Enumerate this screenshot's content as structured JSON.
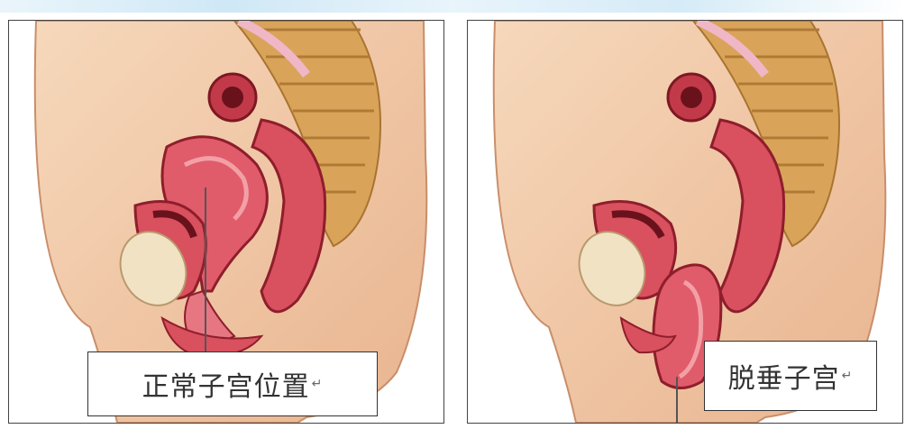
{
  "panels": [
    {
      "id": "normal",
      "label": "正常子宫位置",
      "mark": "↵"
    },
    {
      "id": "prolapse",
      "label": "脱垂子宫",
      "mark": "↵"
    }
  ],
  "colors": {
    "skin": "#f3cfae",
    "skin_edge": "#d9a27f",
    "organ": "#d9505e",
    "organ_dark": "#8e1e2c",
    "organ_light": "#f2a0a6",
    "spine": "#d9a45a",
    "bone_pale": "#f2e2c4"
  }
}
